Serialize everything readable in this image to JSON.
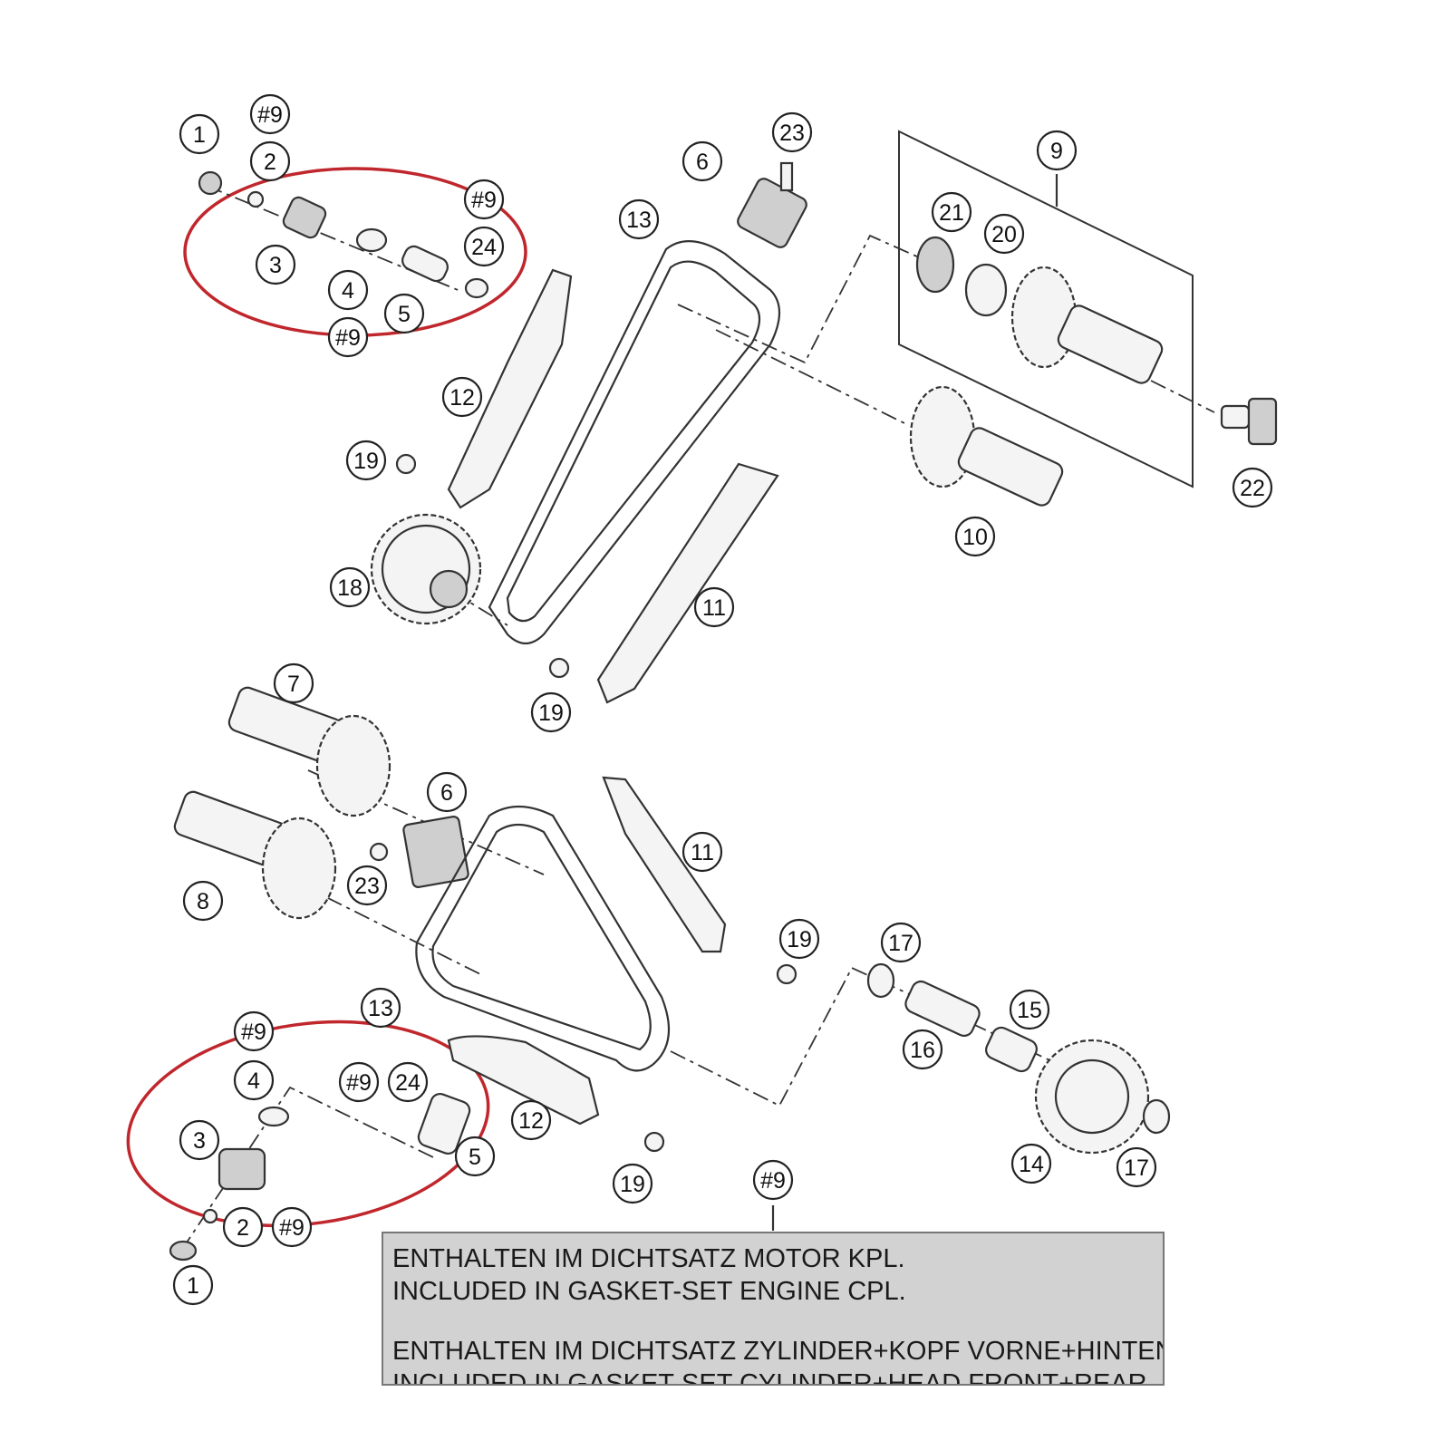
{
  "callouts": [
    {
      "id": "c-1a",
      "label": "1"
    },
    {
      "id": "c-9a",
      "label": "#9"
    },
    {
      "id": "c-2a",
      "label": "2"
    },
    {
      "id": "c-9b",
      "label": "#9"
    },
    {
      "id": "c-24a",
      "label": "24"
    },
    {
      "id": "c-3a",
      "label": "3"
    },
    {
      "id": "c-4a",
      "label": "4"
    },
    {
      "id": "c-5a",
      "label": "5"
    },
    {
      "id": "c-9c",
      "label": "#9"
    },
    {
      "id": "c-6a",
      "label": "6"
    },
    {
      "id": "c-23a",
      "label": "23"
    },
    {
      "id": "c-9-frame",
      "label": "9"
    },
    {
      "id": "c-13a",
      "label": "13"
    },
    {
      "id": "c-21",
      "label": "21"
    },
    {
      "id": "c-20",
      "label": "20"
    },
    {
      "id": "c-12a",
      "label": "12"
    },
    {
      "id": "c-19a",
      "label": "19"
    },
    {
      "id": "c-22",
      "label": "22"
    },
    {
      "id": "c-10",
      "label": "10"
    },
    {
      "id": "c-18",
      "label": "18"
    },
    {
      "id": "c-11a",
      "label": "11"
    },
    {
      "id": "c-19b",
      "label": "19"
    },
    {
      "id": "c-7",
      "label": "7"
    },
    {
      "id": "c-6b",
      "label": "6"
    },
    {
      "id": "c-11b",
      "label": "11"
    },
    {
      "id": "c-8",
      "label": "8"
    },
    {
      "id": "c-23b",
      "label": "23"
    },
    {
      "id": "c-19c",
      "label": "19"
    },
    {
      "id": "c-17a",
      "label": "17"
    },
    {
      "id": "c-13b",
      "label": "13"
    },
    {
      "id": "c-15",
      "label": "15"
    },
    {
      "id": "c-16",
      "label": "16"
    },
    {
      "id": "c-9d",
      "label": "#9"
    },
    {
      "id": "c-4b",
      "label": "4"
    },
    {
      "id": "c-9e",
      "label": "#9"
    },
    {
      "id": "c-24b",
      "label": "24"
    },
    {
      "id": "c-3b",
      "label": "3"
    },
    {
      "id": "c-12b",
      "label": "12"
    },
    {
      "id": "c-5b",
      "label": "5"
    },
    {
      "id": "c-14",
      "label": "14"
    },
    {
      "id": "c-17b",
      "label": "17"
    },
    {
      "id": "c-19d",
      "label": "19"
    },
    {
      "id": "c-9f",
      "label": "#9"
    },
    {
      "id": "c-2b",
      "label": "2"
    },
    {
      "id": "c-9g",
      "label": "#9"
    },
    {
      "id": "c-1b",
      "label": "1"
    }
  ],
  "note": {
    "line1": "ENTHALTEN IM DICHTSATZ MOTOR KPL.",
    "line2": "INCLUDED IN GASKET-SET ENGINE CPL.",
    "line3": "ENTHALTEN IM DICHTSATZ ZYLINDER+KOPF VORNE+HINTEN",
    "line4": "INCLUDED IN GASKET-SET CYLINDER+HEAD FRONT+REAR"
  },
  "colors": {
    "highlight": "#c0272d",
    "note_background": "#d2d2d2",
    "line": "#333333"
  }
}
